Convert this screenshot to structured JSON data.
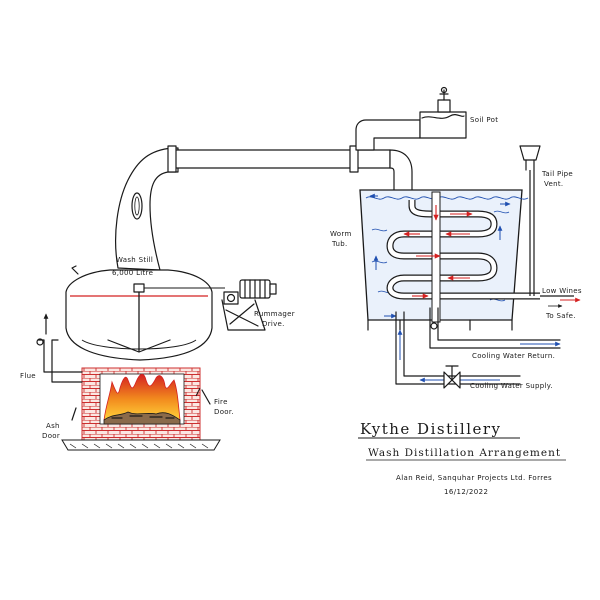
{
  "title": "Kythe Distillery",
  "subtitle": "Wash Distillation Arrangement",
  "credit_line": "Alan Reid, Sanquhar Projects Ltd. Forres",
  "date": "16/12/2022",
  "labels": {
    "soil_pot": "Soil Pot",
    "tail_pipe_vent_1": "Tail Pipe",
    "tail_pipe_vent_2": "Vent.",
    "worm_tub_1": "Worm",
    "worm_tub_2": "Tub.",
    "wash_still_1": "Wash Still",
    "wash_still_2": "6,000 Litre",
    "rummager_drive_1": "Rummager",
    "rummager_drive_2": "Drive.",
    "flue": "Flue",
    "fire_door_1": "Fire",
    "fire_door_2": "Door.",
    "ash_door_1": "Ash",
    "ash_door_2": "Door",
    "low_wines": "Low Wines",
    "to_safe": "To Safe.",
    "cooling_water_return": "Cooling Water Return.",
    "cooling_water_supply": "Cooling Water Supply."
  },
  "colors": {
    "ink": "#1a1a1a",
    "water_blue": "#1f4fb0",
    "hot_red": "#d42020",
    "flame_orange": "#f28c1e",
    "flame_yellow": "#ffd23a",
    "brick_red": "#cc2f2f"
  }
}
